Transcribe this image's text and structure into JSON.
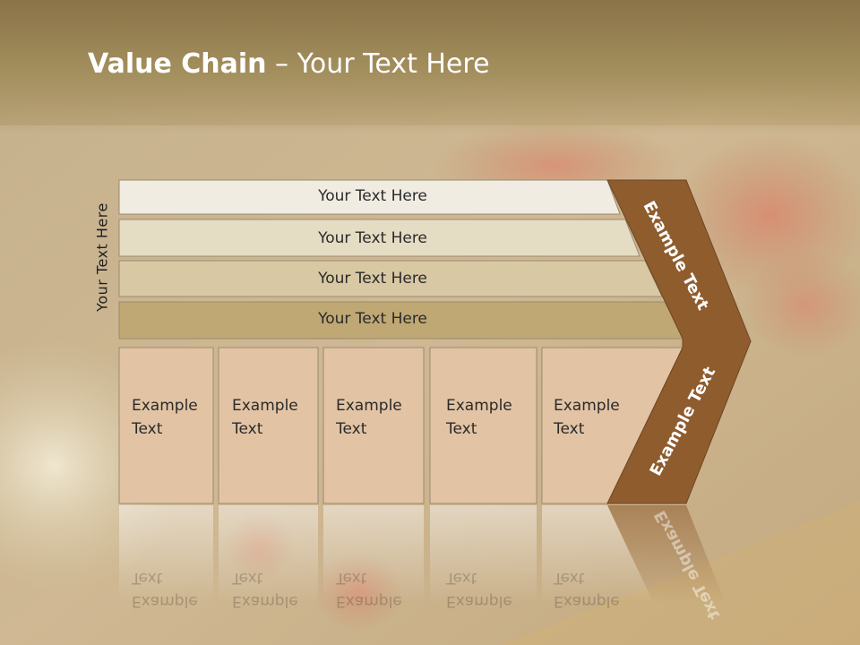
{
  "slide": {
    "title_bold": "Value Chain",
    "title_rest": " – Your Text Here",
    "vertical_label": "Your Text Here"
  },
  "bars": [
    {
      "label": "Your Text Here",
      "color": "#f0ece2"
    },
    {
      "label": "Your Text Here",
      "color": "#e5dcc4"
    },
    {
      "label": "Your Text Here",
      "color": "#d8c9a4"
    },
    {
      "label": "Your Text Here",
      "color": "#c0a874"
    }
  ],
  "boxes": [
    {
      "line1": "Example",
      "line2": "Text"
    },
    {
      "line1": "Example",
      "line2": "Text"
    },
    {
      "line1": "Example",
      "line2": "Text"
    },
    {
      "line1": "Example",
      "line2": "Text"
    },
    {
      "line1": "Example",
      "line2": "Text"
    }
  ],
  "chevron": {
    "upper_label": "Example Text",
    "lower_label": "Example Text",
    "color": "#8f5c2e"
  },
  "colors": {
    "box_fill": "#e2c4a4",
    "box_stroke": "#9a8a72",
    "title_band": "#9a8454"
  }
}
